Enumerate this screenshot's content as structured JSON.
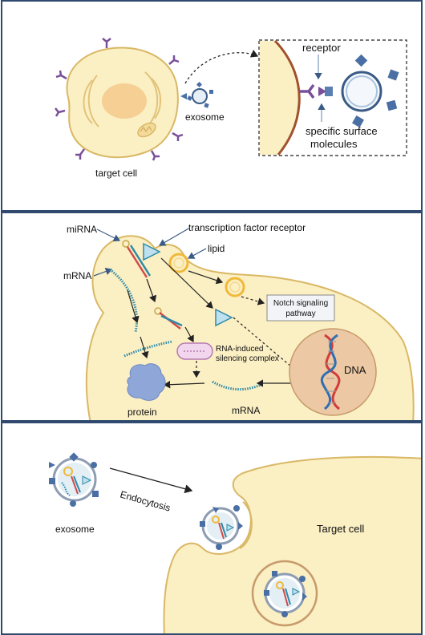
{
  "panel1": {
    "target_cell_label": "target cell",
    "exosome_label": "exosome",
    "receptor_label": "receptor",
    "surface_label_line1": "specific surface",
    "surface_label_line2": "molecules"
  },
  "panel2": {
    "mirna_label": "miRNA",
    "tf_receptor_label": "transcription factor receptor",
    "lipid_label": "lipid",
    "mrna_label_top": "mRNA",
    "notch_line1": "Notch signaling",
    "notch_line2": "pathway",
    "risc_line1": "RNA-induced",
    "risc_line2": "silencing complex",
    "dna_label": "DNA",
    "protein_label": "protein",
    "mrna_label_bottom": "mRNA"
  },
  "panel3": {
    "exosome_label": "exosome",
    "endocytosis_label": "Endocytosis",
    "target_cell_label": "Target cell"
  },
  "colors": {
    "border": "#2f4a6e",
    "cell_fill": "#fbefc4",
    "cell_stroke": "#d9b865",
    "nucleus": "#f6cf94",
    "receptor": "#7a4f9a",
    "surface": "#4a6fa5",
    "dna_nucleus": "#ecc9a4",
    "teal": "#2d8aa8"
  }
}
